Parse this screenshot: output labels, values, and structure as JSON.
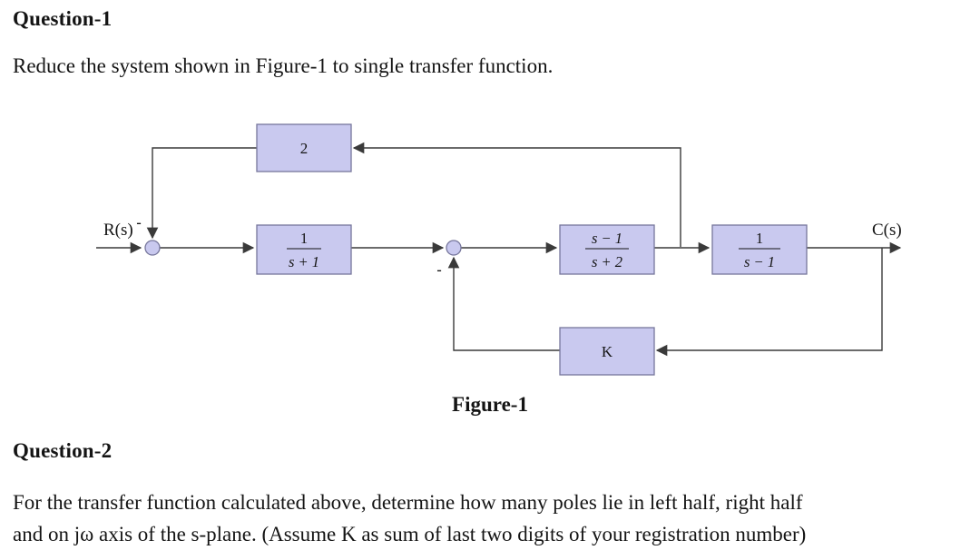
{
  "question1": {
    "heading": "Question-1",
    "body": "Reduce the system shown in Figure-1 to single transfer function."
  },
  "diagram": {
    "caption": "Figure-1",
    "input_label": "R(s)",
    "output_label": "C(s)",
    "summing_junction_1_sign": "-",
    "summing_junction_2_sign": "-",
    "blocks": {
      "feedback_gain_top": "2",
      "forward_1_num": "1",
      "forward_1_den": "s + 1",
      "forward_2_num": "s − 1",
      "forward_2_den": "s + 2",
      "forward_3_num": "1",
      "forward_3_den": "s − 1",
      "feedback_gain_bottom": "K"
    },
    "colors": {
      "block_fill": "#c9c9ef",
      "block_stroke": "#76769c",
      "line": "#3a3a3a"
    }
  },
  "question2": {
    "heading": "Question-2",
    "body_line1": "For the transfer function calculated above, determine how many poles lie in left half, right half",
    "body_line2": "and on jω axis of the s-plane. (Assume K as sum of last two digits of your registration number)"
  }
}
